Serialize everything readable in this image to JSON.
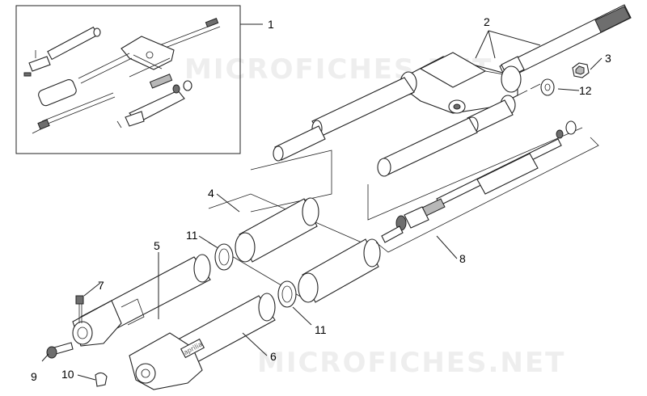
{
  "watermarks": [
    "MICROFICHES.NET",
    "MICROFICHES.NET"
  ],
  "brand_text": "aprilia",
  "callouts": {
    "c1": "1",
    "c2": "2",
    "c3": "3",
    "c4": "4",
    "c5": "5",
    "c6": "6",
    "c7": "7",
    "c8": "8",
    "c9": "9",
    "c10": "10",
    "c11a": "11",
    "c11b": "11",
    "c12": "12"
  },
  "colors": {
    "line": "#222222",
    "shade": "#6e6e6e",
    "watermark": "#eeeeee"
  }
}
